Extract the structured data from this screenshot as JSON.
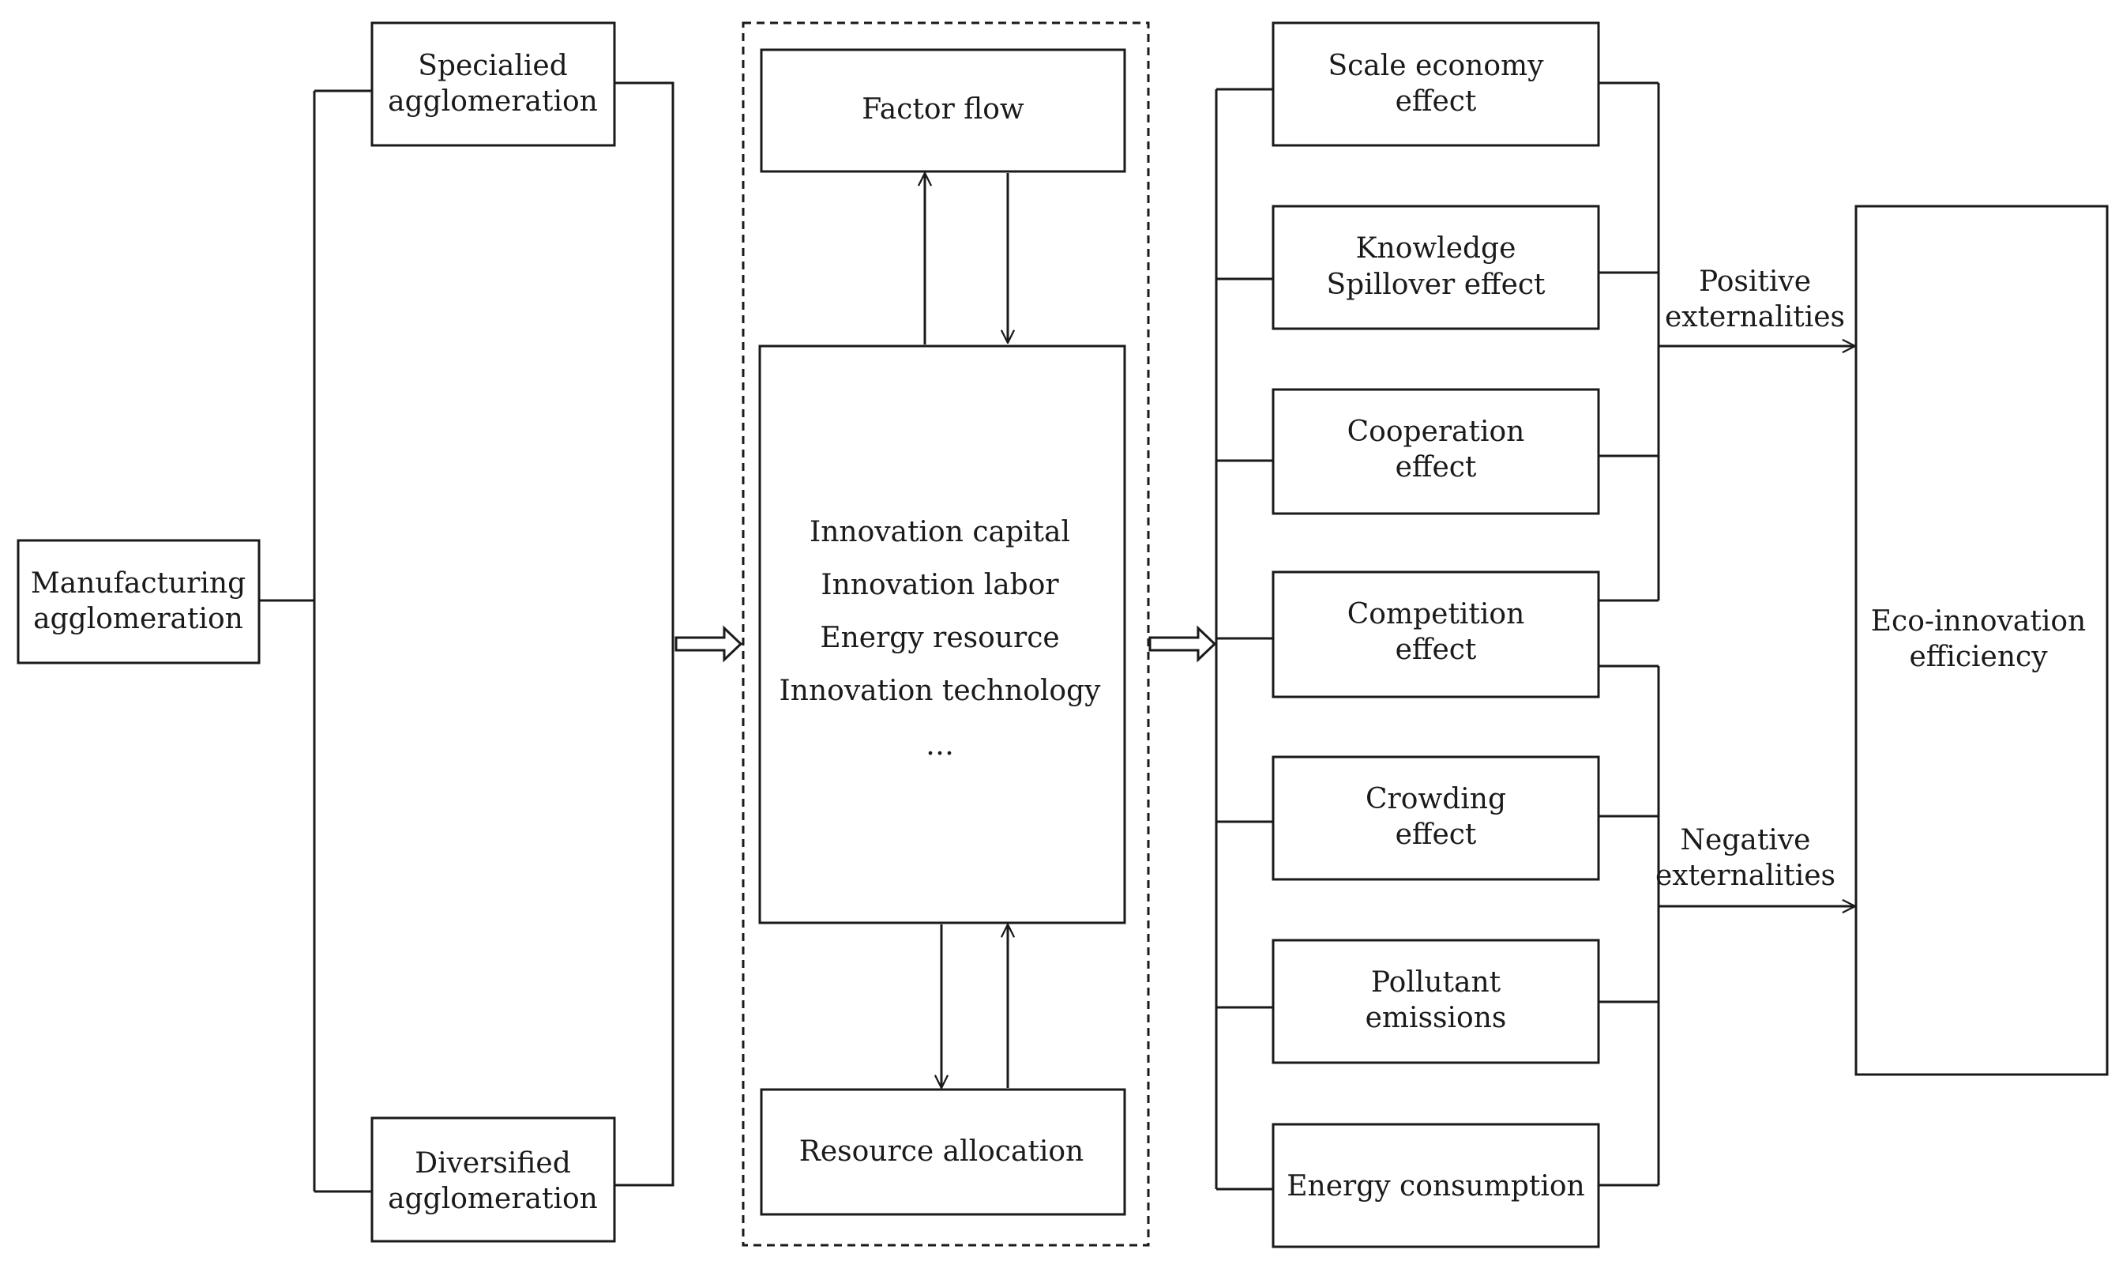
{
  "diagram": {
    "manufacturing": [
      "Manufacturing",
      "agglomeration"
    ],
    "specialized": [
      "Specialied",
      "agglomeration"
    ],
    "diversified": [
      "Diversified",
      "agglomeration"
    ],
    "factor_flow": "Factor flow",
    "resource_allocation": "Resource allocation",
    "elements": [
      "Innovation capital",
      "Innovation labor",
      "Energy resource",
      "Innovation technology",
      "…"
    ],
    "effects": [
      [
        "Scale economy",
        "effect"
      ],
      [
        "Knowledge",
        "Spillover effect"
      ],
      [
        "Cooperation",
        "effect"
      ],
      [
        "Competition",
        "effect"
      ],
      [
        "Crowding",
        "effect"
      ],
      [
        "Pollutant",
        "emissions"
      ],
      [
        "Energy consumption"
      ]
    ],
    "positive": [
      "Positive",
      "externalities"
    ],
    "negative": [
      "Negative",
      "externalities"
    ],
    "outcome": [
      "Eco-innovation",
      "efficiency"
    ]
  }
}
